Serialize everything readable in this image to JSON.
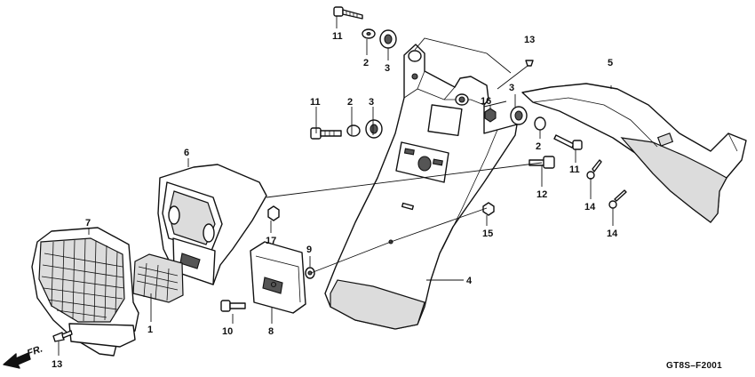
{
  "diagram": {
    "code": "GT8S–F2001",
    "direction_label": "FR.",
    "callouts": [
      "11",
      "2",
      "3",
      "13",
      "5",
      "11",
      "2",
      "3",
      "16",
      "3",
      "2",
      "6",
      "11",
      "12",
      "14",
      "14",
      "7",
      "17",
      "9",
      "15",
      "4",
      "1",
      "10",
      "8",
      "13"
    ]
  }
}
